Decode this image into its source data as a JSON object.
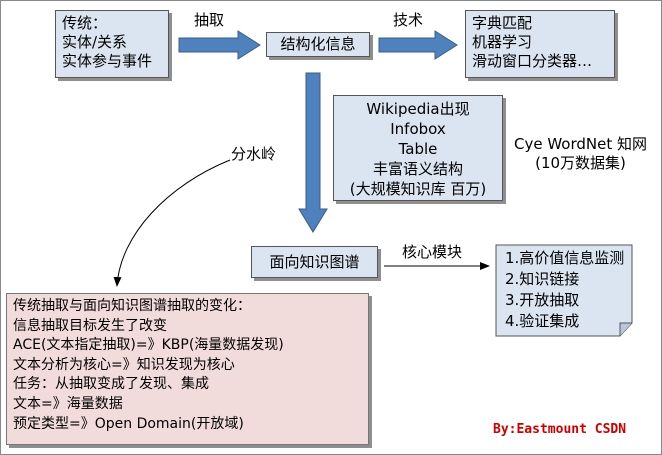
{
  "traditional": {
    "lines": [
      "传统：",
      "实体/关系",
      "实体参与事件"
    ]
  },
  "arrow_labels": {
    "extraction": "抽取",
    "technique": "技术",
    "watershed": "分水岭",
    "core_modules": "核心模块"
  },
  "structured_info": "结构化信息",
  "techniques": {
    "lines": [
      "字典匹配",
      "机器学习",
      "滑动窗口分类器…"
    ]
  },
  "wikipedia": {
    "lines": [
      "Wikipedia出现",
      "Infobox",
      "Table",
      "丰富语义结构",
      "(大规模知识库 百万)"
    ]
  },
  "examples": {
    "lines": [
      "Cye WordNet 知网",
      "(10万数据集)"
    ]
  },
  "knowledge_graph": "面向知识图谱",
  "core_modules": {
    "items": [
      "1.高价值信息监测",
      "2.知识链接",
      "3.开放抽取",
      "4.验证集成"
    ]
  },
  "changes": {
    "lines": [
      "传统抽取与面向知识图谱抽取的变化：",
      "信息抽取目标发生了改变",
      "ACE(文本指定抽取)=》KBP(海量数据发现)",
      "文本分析为核心=》知识发现为核心",
      "任务：从抽取变成了发现、集成",
      "文本=》海量数据",
      "预定类型=》Open Domain(开放域)"
    ]
  },
  "credit": "By:Eastmount CSDN",
  "colors": {
    "box_fill": "#dbe5f1",
    "changes_fill": "#f2dcdb",
    "arrow_fill": "#4f81bd",
    "arrow_stroke": "#385d8a",
    "credit": "#cc0000"
  }
}
